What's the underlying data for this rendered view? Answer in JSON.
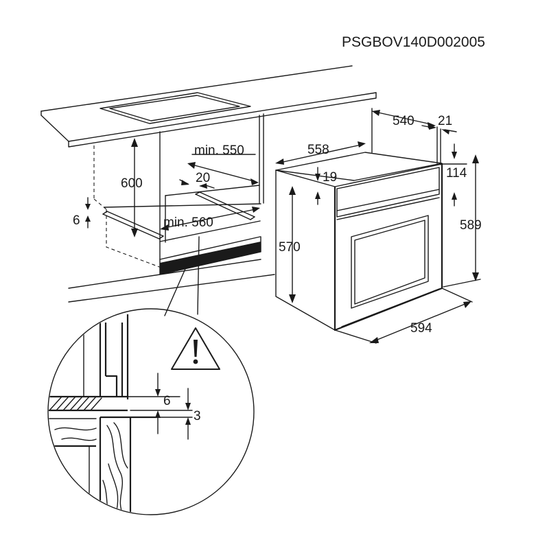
{
  "drawing_code": "PSGBOV140D002005",
  "niche": {
    "height": "600",
    "width_min": "min. 550",
    "depth_min": "min. 560",
    "gap": "20",
    "support_height": "6"
  },
  "oven": {
    "depth_total": "540",
    "door_depth": "21",
    "depth_body": "558",
    "top_gap": "19",
    "panel_height": "114",
    "height_front": "589",
    "height_body": "570",
    "width": "594"
  },
  "detail": {
    "gap_top": "6",
    "gap_bottom": "3",
    "warning_icon": "warning-triangle-icon"
  }
}
